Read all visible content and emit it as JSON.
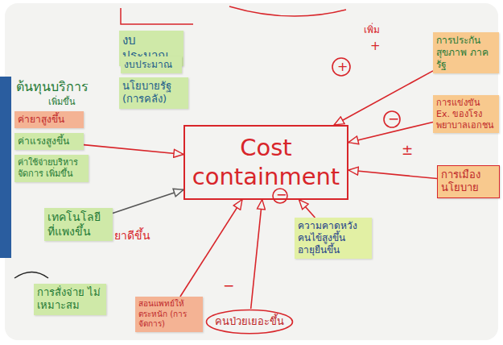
{
  "diagram": {
    "nodes": [
      {
        "text": [
          "งบประมาณ"
        ]
      },
      {
        "text": [
          "งบประมาณ"
        ]
      },
      {
        "text": [
          "นโยบายรัฐ (การคลัง)"
        ]
      },
      {
        "text": [
          "การประกันสุขภาพ ภาครัฐ"
        ]
      },
      {
        "text": [
          "ค่ายาสูงขึ้น"
        ]
      },
      {
        "text": [
          "Cost containment"
        ]
      },
      {
        "text": [
          "การแข่งขัน",
          "Ex. ของโรงพยาบาลเอกชน"
        ]
      },
      {
        "text": [
          "ค่าแรงสูงขึ้น"
        ]
      },
      {
        "text": [
          "ค่าใช้จ่ายบริหารจัดการ เพิ่มขึ้น"
        ]
      },
      {
        "text": [
          "การเมือง นโยบาย"
        ]
      },
      {
        "text": [
          "เทคโนโลยี ที่แพงขึ้น"
        ]
      },
      {
        "text": [
          "ความคาดหวัง คนไข้สูงขึ้น",
          "อายุยืนขึ้น"
        ]
      },
      {
        "text": [
          "การสั่งจ่าย ไม่เหมาะสม"
        ]
      },
      {
        "text": [
          "สอนแพทย์ให้ตระหนัก (การจัดการ)"
        ]
      },
      {
        "text": [
          "คนป่วยเยอะขึ้น"
        ]
      }
    ],
    "edges": [
      {
        "from": 3,
        "to": 5,
        "arrow": "to"
      },
      {
        "from": 6,
        "to": 5,
        "arrow": "to"
      },
      {
        "from": 9,
        "to": 5,
        "arrow": "to"
      },
      {
        "from": 7,
        "to": 5,
        "arrow": "to"
      },
      {
        "from": 10,
        "to": 5,
        "arrow": "to"
      },
      {
        "from": 11,
        "to": 5,
        "arrow": "to"
      },
      {
        "from": 13,
        "to": 5,
        "arrow": "to"
      },
      {
        "from": 14,
        "to": 5,
        "arrow": "to"
      }
    ],
    "labels": [
      "ต้นทุนบริการ",
      "เพิ่มขึ้น",
      "ยาดีขึ้น",
      "เพิ่ม",
      "+",
      "+",
      "−",
      "±",
      "−",
      "−"
    ]
  }
}
